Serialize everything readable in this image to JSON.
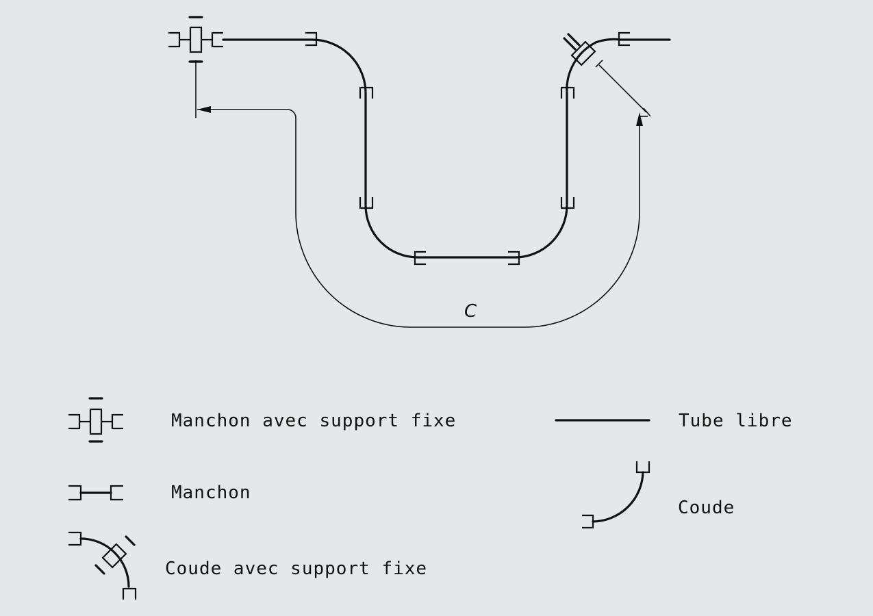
{
  "diagram": {
    "dimension_label": "C"
  },
  "legend": {
    "fixed_sleeve": "Manchon avec support fixe",
    "sleeve": "Manchon",
    "fixed_elbow": "Coude avec support fixe",
    "free_tube": "Tube libre",
    "elbow": "Coude"
  }
}
